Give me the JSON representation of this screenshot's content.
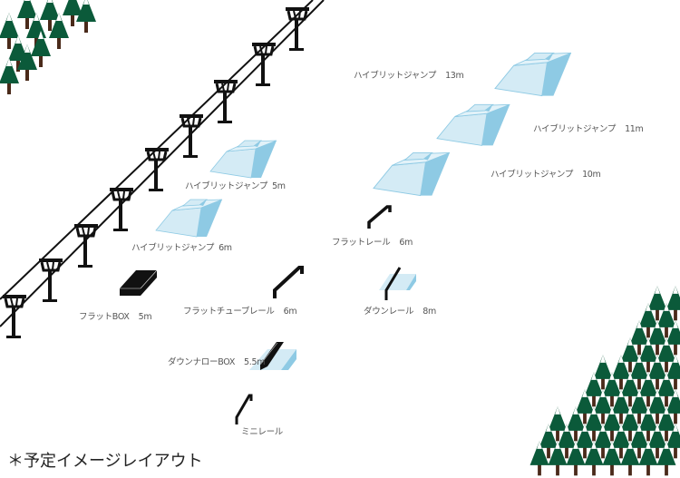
{
  "features": [
    {
      "id": "jump-13",
      "name": "ハイブリットジャンプ",
      "size": "13m"
    },
    {
      "id": "jump-11",
      "name": "ハイブリットジャンプ",
      "size": "11m"
    },
    {
      "id": "jump-10",
      "name": "ハイブリットジャンプ",
      "size": "10m"
    },
    {
      "id": "jump-5",
      "name": "ハイブリットジャンプ",
      "size": "5m"
    },
    {
      "id": "jump-6",
      "name": "ハイブリットジャンプ",
      "size": "6m"
    },
    {
      "id": "flat-rail",
      "name": "フラットレール",
      "size": "6m"
    },
    {
      "id": "flat-box",
      "name": "フラットBOX",
      "size": "5m"
    },
    {
      "id": "flat-tube-rail",
      "name": "フラットチューブレール",
      "size": "6m"
    },
    {
      "id": "down-rail",
      "name": "ダウンレール",
      "size": "8m"
    },
    {
      "id": "down-narrow-box",
      "name": "ダウンナローBOX",
      "size": "5.5m"
    },
    {
      "id": "mini-rail",
      "name": "ミニレール",
      "size": ""
    }
  ],
  "note": "＊予定イメージレイアウト",
  "colors": {
    "snow_light": "#d4ebf5",
    "snow_side": "#8ecae4",
    "tree": "#0b5a3a",
    "trunk": "#4a2a1a",
    "structure": "#111111"
  }
}
